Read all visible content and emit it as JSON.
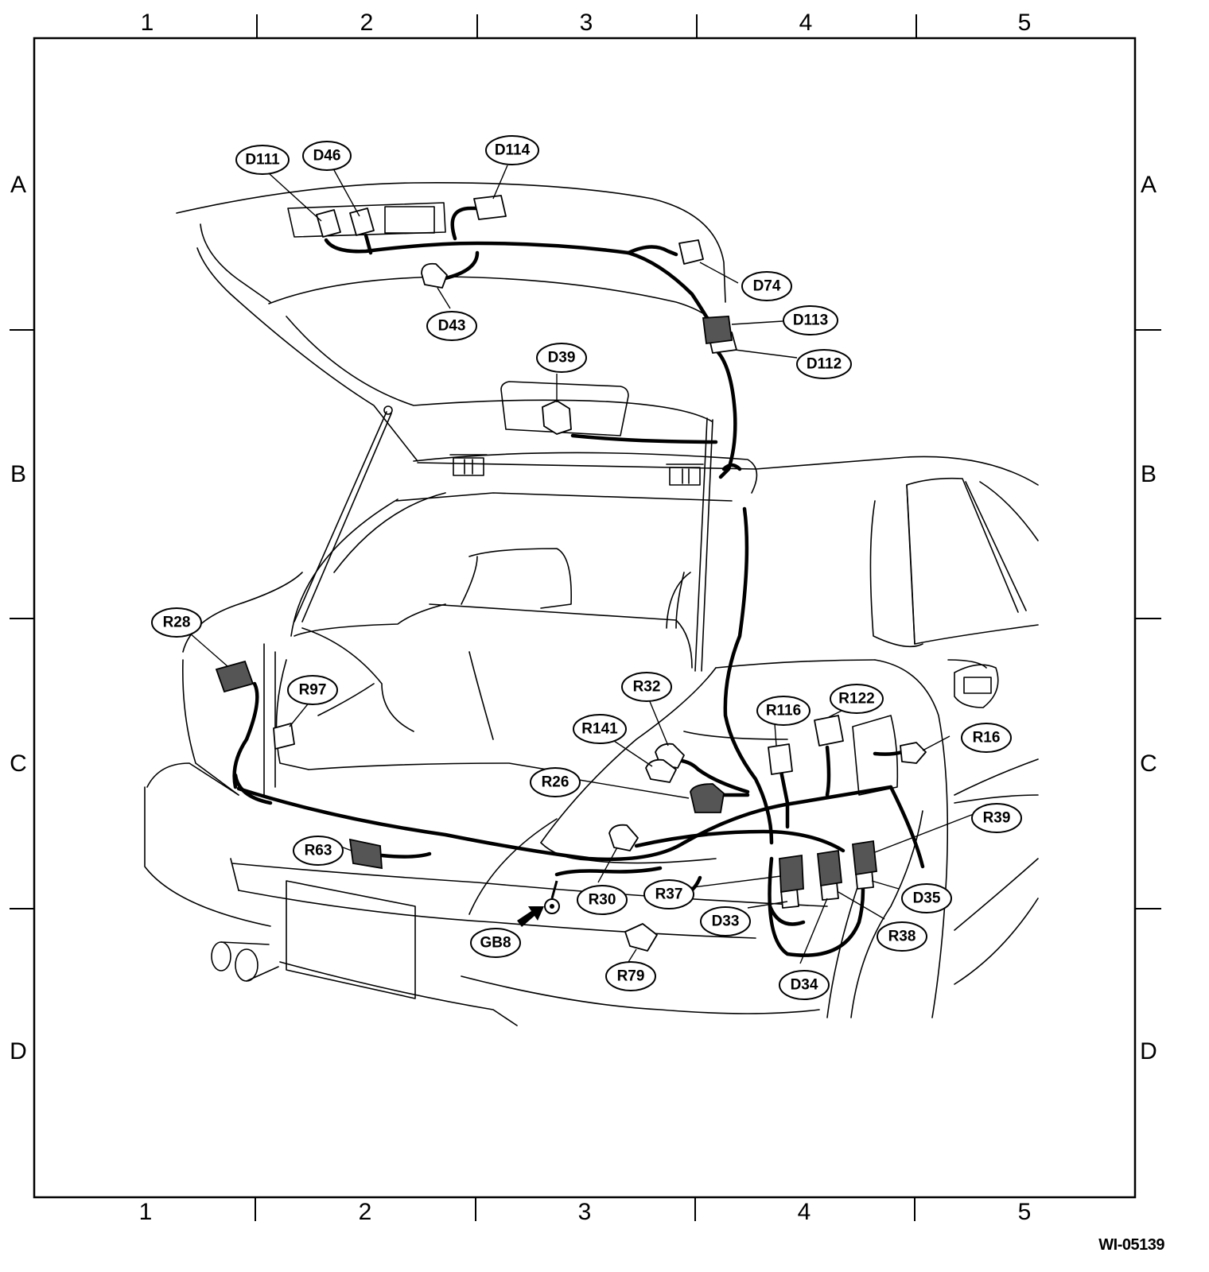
{
  "grid": {
    "columns": [
      "1",
      "2",
      "3",
      "4",
      "5"
    ],
    "rows": [
      "A",
      "B",
      "C",
      "D"
    ]
  },
  "figure_id": "WI-05139",
  "connectors": [
    {
      "id": "D111",
      "label": "D111"
    },
    {
      "id": "D46",
      "label": "D46"
    },
    {
      "id": "D114",
      "label": "D114"
    },
    {
      "id": "D74",
      "label": "D74"
    },
    {
      "id": "D43",
      "label": "D43"
    },
    {
      "id": "D113",
      "label": "D113"
    },
    {
      "id": "D112",
      "label": "D112"
    },
    {
      "id": "D39",
      "label": "D39"
    },
    {
      "id": "R28",
      "label": "R28"
    },
    {
      "id": "R97",
      "label": "R97"
    },
    {
      "id": "R32",
      "label": "R32"
    },
    {
      "id": "R141",
      "label": "R141"
    },
    {
      "id": "R116",
      "label": "R116"
    },
    {
      "id": "R122",
      "label": "R122"
    },
    {
      "id": "R16",
      "label": "R16"
    },
    {
      "id": "R26",
      "label": "R26"
    },
    {
      "id": "R39",
      "label": "R39"
    },
    {
      "id": "R63",
      "label": "R63"
    },
    {
      "id": "R30",
      "label": "R30"
    },
    {
      "id": "R37",
      "label": "R37"
    },
    {
      "id": "D35",
      "label": "D35"
    },
    {
      "id": "D33",
      "label": "D33"
    },
    {
      "id": "R38",
      "label": "R38"
    },
    {
      "id": "GB8",
      "label": "GB8"
    },
    {
      "id": "R79",
      "label": "R79"
    },
    {
      "id": "D34",
      "label": "D34"
    }
  ]
}
